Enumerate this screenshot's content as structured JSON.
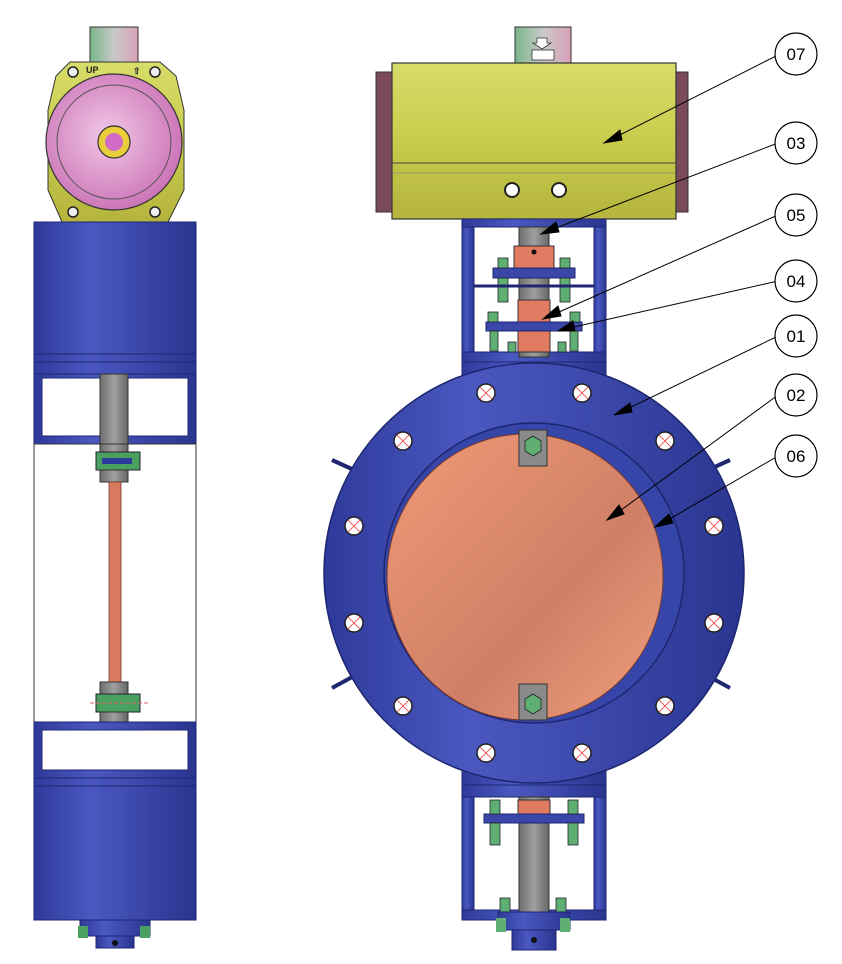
{
  "side_view": {
    "actuator_labels": {
      "up": "UP",
      "arrow": "⇧"
    }
  },
  "callouts": [
    {
      "id": "07"
    },
    {
      "id": "03"
    },
    {
      "id": "05"
    },
    {
      "id": "04"
    },
    {
      "id": "01"
    },
    {
      "id": "02"
    },
    {
      "id": "06"
    }
  ],
  "colors": {
    "body_blue": "#3a47a8",
    "actuator_yellow": "#cfd45a",
    "disc_salmon": "#e08a6a",
    "actuator_pink": "#d98ac4",
    "stem_gray": "#7d7d7d",
    "bolt_green": "#5aa06a"
  }
}
